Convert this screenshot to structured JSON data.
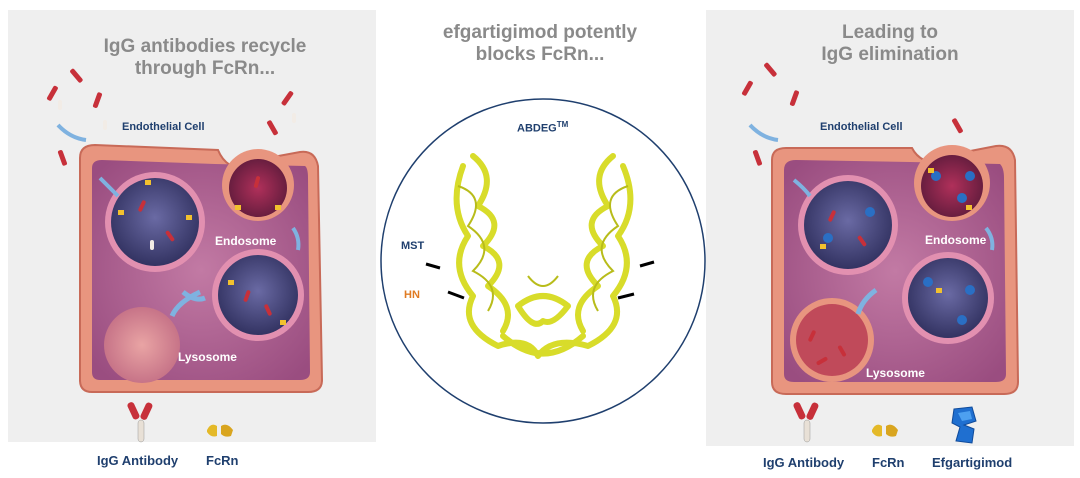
{
  "left_panel": {
    "title_line1": "IgG antibodies recycle",
    "title_line2": "through FcRn...",
    "endothelial_label": "Endothelial Cell",
    "endosome_label": "Endosome",
    "lysosome_label": "Lysosome"
  },
  "center_panel": {
    "title_line1": "efgartigimod potently",
    "title_line2": "blocks FcRn...",
    "abdeg_label": "ABDEG",
    "abdeg_superscript": "TM",
    "mst_label": "MST",
    "hn_label": "HN"
  },
  "right_panel": {
    "title_line1": "Leading to",
    "title_line2": "IgG elimination",
    "endothelial_label": "Endothelial Cell",
    "endosome_label": "Endosome",
    "lysosome_label": "Lysosome"
  },
  "legend_left": {
    "igg_antibody": "IgG Antibody",
    "fcrn": "FcRn"
  },
  "legend_right": {
    "igg_antibody": "IgG Antibody",
    "fcrn": "FcRn",
    "efgartigimod": "Efgartigimod"
  },
  "colors": {
    "title_gray": "#8a8a8a",
    "label_blue": "#1f3f6e",
    "hn_orange": "#e07b22",
    "cell_membrane": "#e8957f",
    "cell_interior": "#a85a8a",
    "endosome_fill": "#3f3f72",
    "protein_yellow": "#d8dc2a",
    "circle_outline": "#1f3f6e"
  },
  "icons": [
    "antibody-icon",
    "fcrn-icon",
    "efgartigimod-icon",
    "arrow-icon"
  ]
}
